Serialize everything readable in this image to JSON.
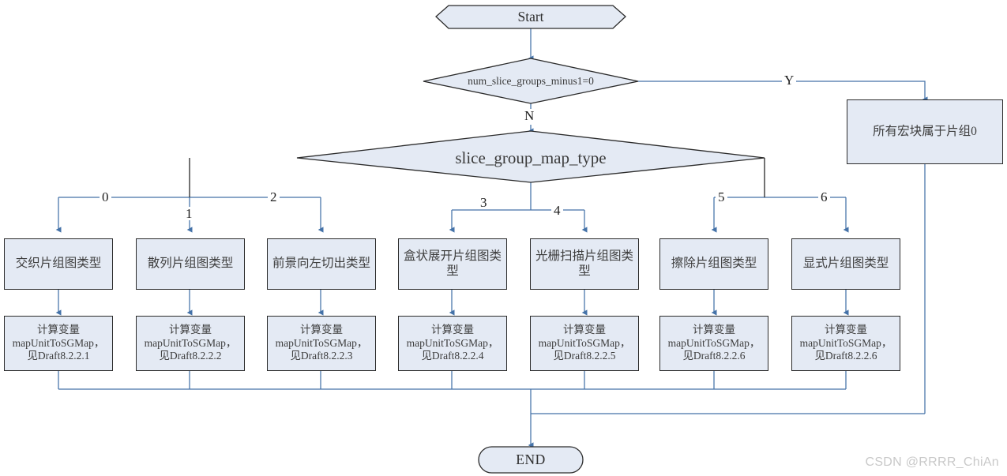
{
  "diagram": {
    "title_nodes": {
      "start": "Start",
      "end": "END"
    },
    "decisions": [
      {
        "id": "d1",
        "text": "num_slice_groups_minus1=0"
      },
      {
        "id": "d2",
        "text": "slice_group_map_type"
      }
    ],
    "branch_labels": {
      "yes": "Y",
      "no": "N",
      "map_types": [
        "0",
        "1",
        "2",
        "3",
        "4",
        "5",
        "6"
      ]
    },
    "macroblock_box": "所有宏块属于片组0",
    "type_boxes": [
      "交织片组图类型",
      "散列片组图类型",
      "前景向左切出类型",
      "盒状展开片组图类型",
      "光栅扫描片组图类型",
      "擦除片组图类型",
      "显式片组图类型"
    ],
    "calc_boxes": [
      {
        "line1": "计算变量",
        "line2": "mapUnitToSGMap，",
        "line3": "见Draft8.2.2.1"
      },
      {
        "line1": "计算变量",
        "line2": "mapUnitToSGMap，",
        "line3": "见Draft8.2.2.2"
      },
      {
        "line1": "计算变量",
        "line2": "mapUnitToSGMap，",
        "line3": "见Draft8.2.2.3"
      },
      {
        "line1": "计算变量",
        "line2": "mapUnitToSGMap，",
        "line3": "见Draft8.2.2.4"
      },
      {
        "line1": "计算变量",
        "line2": "mapUnitToSGMap，",
        "line3": "见Draft8.2.2.5"
      },
      {
        "line1": "计算变量",
        "line2": "mapUnitToSGMap，",
        "line3": "见Draft8.2.2.6"
      },
      {
        "line1": "计算变量",
        "line2": "mapUnitToSGMap，",
        "line3": "见Draft8.2.2.6"
      }
    ],
    "colors": {
      "node_fill": "#e4eaf4",
      "node_stroke": "#2b2b2b",
      "connector": "#4472a8",
      "dark_connector": "#1f1f1f",
      "watermark": "#c9c9c9"
    }
  },
  "watermark": "CSDN @RRRR_ChiAn"
}
